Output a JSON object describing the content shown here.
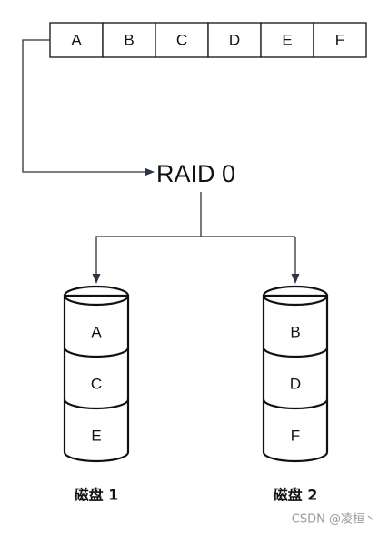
{
  "stripe": {
    "cells": [
      "A",
      "B",
      "C",
      "D",
      "E",
      "F"
    ]
  },
  "raid": {
    "label": "RAID 0"
  },
  "disks": [
    {
      "label": "磁盘 1",
      "segments": [
        "A",
        "C",
        "E"
      ]
    },
    {
      "label": "磁盘 2",
      "segments": [
        "B",
        "D",
        "F"
      ]
    }
  ],
  "watermark": {
    "text": "CSDN @凌桓丶"
  },
  "colors": {
    "stroke": "#111111",
    "connector": "#2b3440",
    "watermark": "#9a9a9a"
  }
}
